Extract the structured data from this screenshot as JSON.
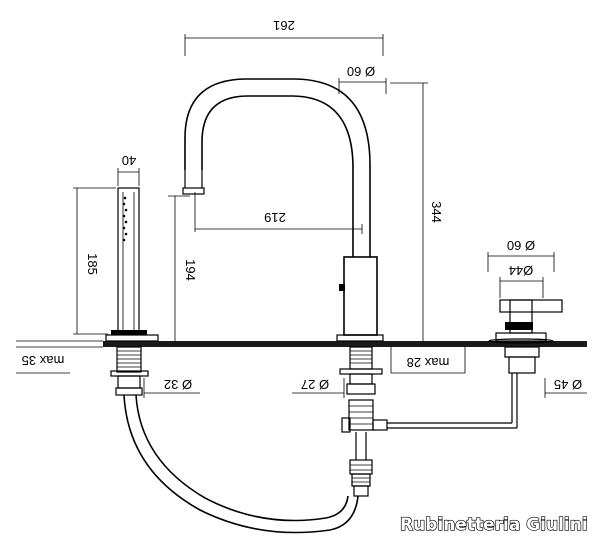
{
  "dimensions": {
    "spout_reach_total": "261",
    "spout_diameter": "Ø 60",
    "spout_reach_inner": "219",
    "spout_height": "344",
    "outlet_height": "194",
    "shower_width": "40",
    "shower_height": "185",
    "deck_max_left": "max 35",
    "deck_max_right": "max 28",
    "hole_left": "Ø 32",
    "hole_center": "Ø 27",
    "hole_right": "Ø 45",
    "mixer_diameter_outer": "Ø 60",
    "mixer_diameter_inner": "Ø44"
  },
  "brand": "Rubinetteria Giulini",
  "colors": {
    "line": "#000000",
    "background": "#ffffff"
  }
}
